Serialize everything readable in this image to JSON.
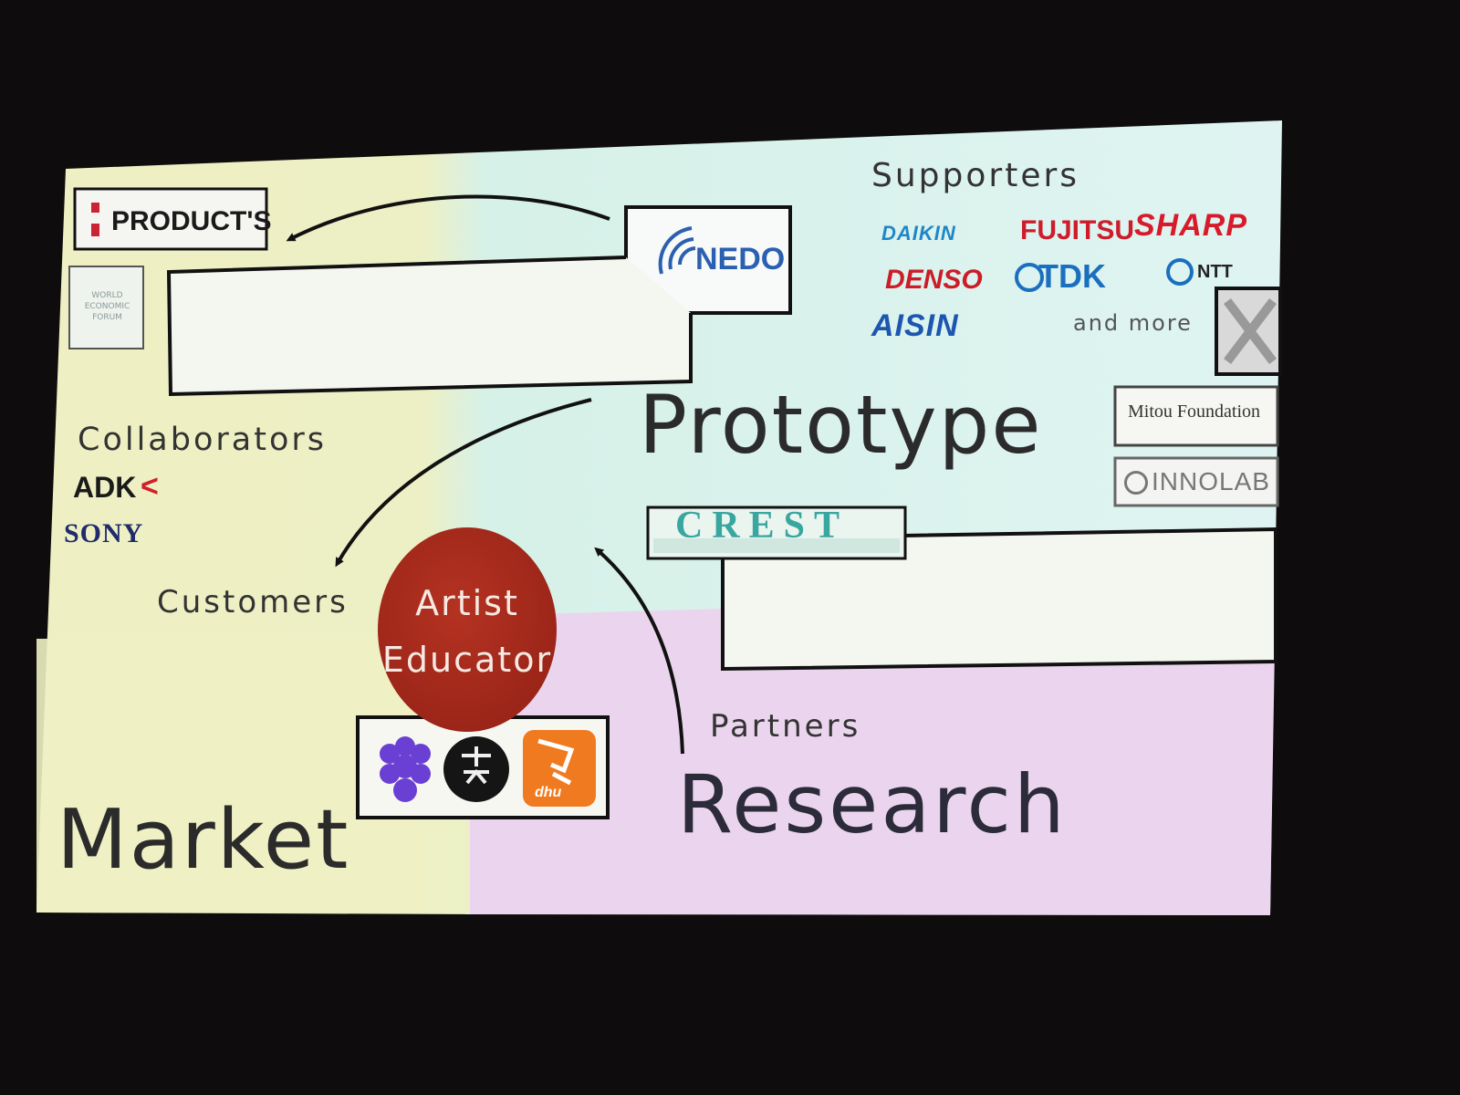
{
  "slide": {
    "zones": {
      "market": "Market",
      "prototype": "Prototype",
      "research": "Research"
    },
    "groups": {
      "supporters": "Supporters",
      "collaborators": "Collaborators",
      "customers": "Customers",
      "partners": "Partners",
      "and_more": "and more"
    },
    "circle_label": [
      "Artist",
      "Educator"
    ],
    "logos": {
      "products": "PRODUCT'S",
      "wef": [
        "WORLD",
        "ECONOMIC",
        "FORUM"
      ],
      "nedo": "NEDO",
      "daikin": "DAIKIN",
      "fujitsu": "FUJITSU",
      "sharp": "SHARP",
      "denso": "DENSO",
      "tdk": "TDK",
      "ntt": "NTT",
      "aisin": "AISIN",
      "mitou": "Mitou Foundation",
      "innolab": "INNOLAB",
      "crest": "CREST",
      "adk": "ADK",
      "sony": "SONY",
      "dhu": "dhu"
    },
    "colors": {
      "market_bg": "#eef0c4",
      "prototype_bg": "#d6f1e8",
      "research_bg": "#ecd6ee",
      "circle": "#a82a1c",
      "nedo_blue": "#2b5fb0",
      "daikin_blue": "#1f86c8",
      "fujitsu_red": "#cf1c2b",
      "sharp_red": "#d81b2a",
      "denso_red": "#cc1c28",
      "tdk_blue": "#1b6fbf",
      "aisin_blue": "#1d56b0",
      "sony_blue": "#1f2b6b",
      "dhu_orange": "#f07a1f",
      "crest_teal": "#3aa6a0"
    }
  }
}
